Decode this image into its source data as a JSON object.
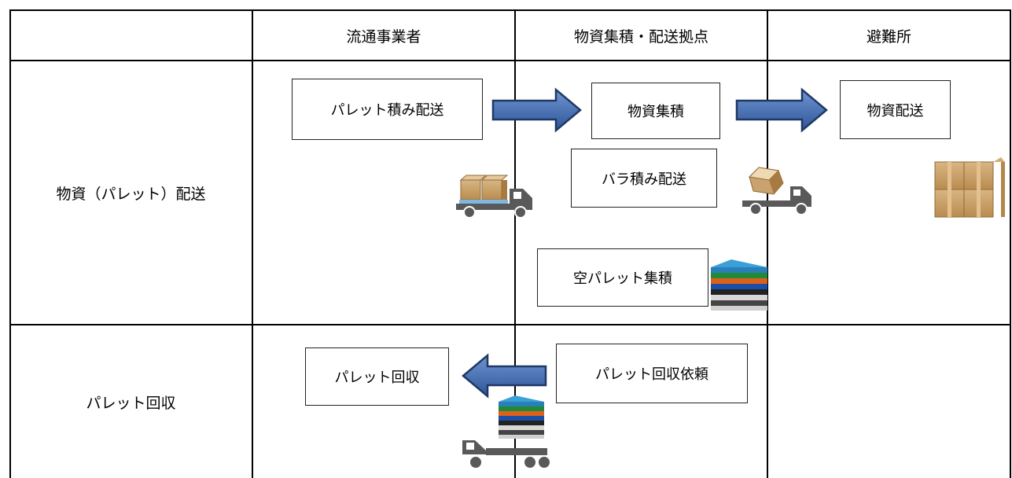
{
  "table": {
    "columns": [
      "",
      "流通事業者",
      "物資集積・配送拠点",
      "避難所"
    ],
    "rows": [
      {
        "label": "物資（パレット）配送"
      },
      {
        "label": "パレット回収"
      }
    ]
  },
  "boxes": {
    "pallet_delivery": "パレット積み配送",
    "collection": "物資集積",
    "supply_delivery": "物資配送",
    "loose_delivery": "バラ積み配送",
    "empty_pallet": "空パレット集積",
    "pallet_return": "パレット回収",
    "pallet_return_request": "パレット回収依頼"
  },
  "icons": {
    "truck_boxes": "truck-with-pallet-boxes-icon",
    "truck_box": "truck-with-box-icon",
    "boxes_stack": "cardboard-boxes-icon",
    "pallet_stack": "stacked-pallets-icon",
    "truck_pallets": "truck-with-pallets-icon"
  },
  "colors": {
    "arrow_fill": "#4472c4",
    "arrow_stroke": "#1f3864",
    "truck": "#595959",
    "box": "#c69a5c"
  }
}
